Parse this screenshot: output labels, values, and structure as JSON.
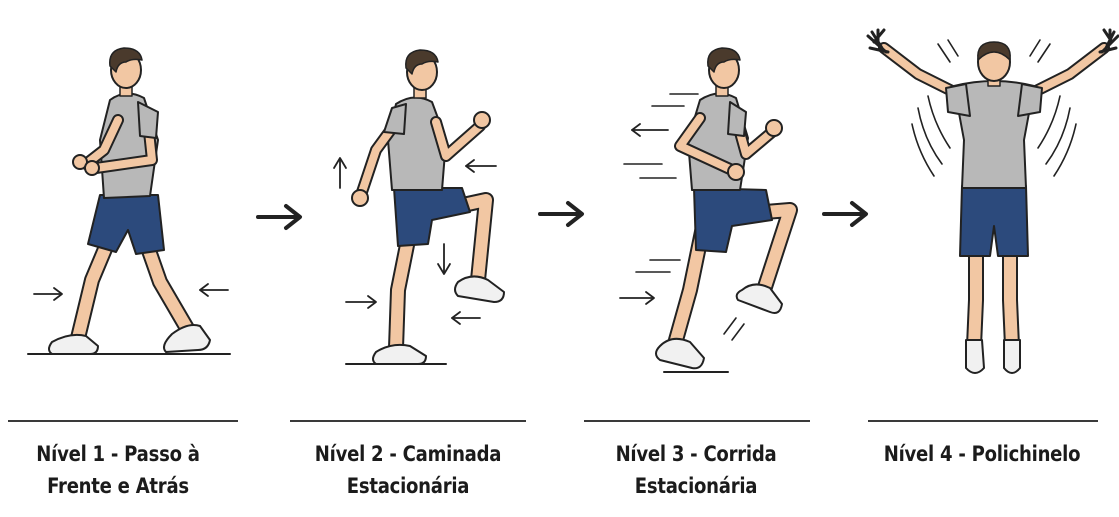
{
  "levels": [
    {
      "line1": "Nível 1 - Passo à",
      "line2": "Frente e Atrás"
    },
    {
      "line1": "Nível 2 - Caminada",
      "line2": "Estacionária"
    },
    {
      "line1": "Nível 3 - Corrida",
      "line2": "Estacionária"
    },
    {
      "line1": "Nível 4 - Polichinelo",
      "line2": ""
    }
  ],
  "colors": {
    "skin": "#f2c7a3",
    "shirt": "#b8b8b8",
    "shorts": "#2c4a7c",
    "hair": "#4a3a2c",
    "shoe": "#f1f1f1",
    "ink": "#222222"
  }
}
